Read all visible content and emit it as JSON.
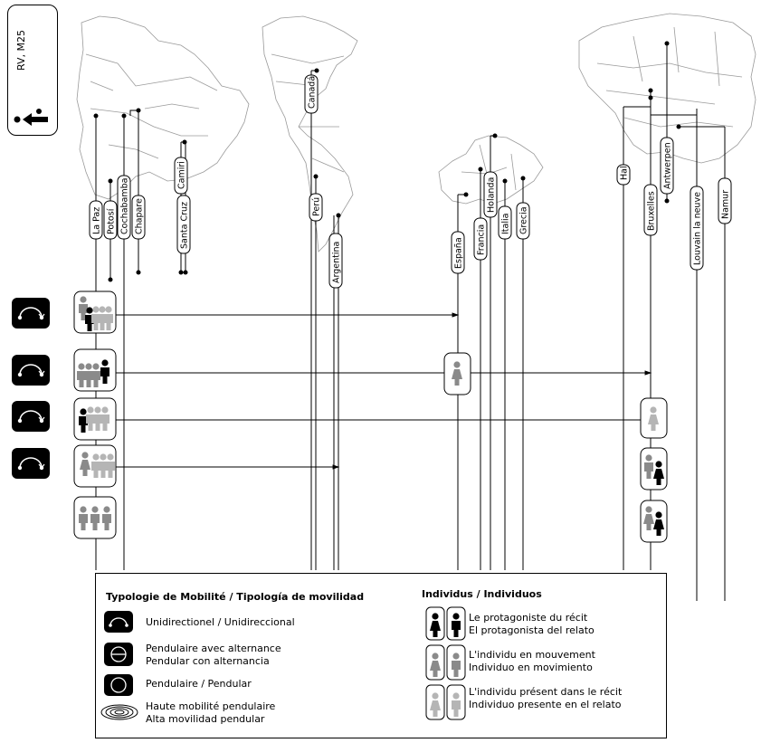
{
  "subject_code": "RV, M25",
  "places": {
    "bolivia": [
      "La Paz",
      "Potosí",
      "Cochabamba",
      "Chapare",
      "Camiri",
      "Santa Cruz"
    ],
    "americas": [
      "Canadá",
      "Perú",
      "Argentina"
    ],
    "europe": [
      "España",
      "Francia",
      "Holanda",
      "Italia",
      "Grecia"
    ],
    "belgium": [
      "Hal",
      "Bruxelles",
      "Antwerpen",
      "Louvain la neuve",
      "Namur"
    ]
  },
  "legend": {
    "mobility_title": "Typologie de Mobilité / Tipología de movilidad",
    "mobility": [
      {
        "icon": "unidirectional-icon",
        "line1": "Unidirectionel / Unidireccional",
        "line2": ""
      },
      {
        "icon": "pendular-alternation-icon",
        "line1": "Pendulaire avec alternance",
        "line2": "Pendular con alternancia"
      },
      {
        "icon": "pendular-icon",
        "line1": "Pendulaire / Pendular",
        "line2": ""
      },
      {
        "icon": "high-mobility-icon",
        "line1": "Haute mobilité pendulaire",
        "line2": "Alta movilidad pendular"
      }
    ],
    "individuals_title": "Individus / Individuos",
    "individuals": [
      {
        "icon": "protagonist-icon",
        "color": "#000000",
        "line1": "Le protagoniste du récit",
        "line2": "El protagonista del relato"
      },
      {
        "icon": "individual-moving-icon",
        "color": "#8a8a8a",
        "line1": "L'individu en mouvement",
        "line2": "Individuo en movimiento"
      },
      {
        "icon": "individual-present-icon",
        "color": "#b5b5b5",
        "line1": "L'individu présent dans le récit",
        "line2": "Individuo presente en el relato"
      }
    ]
  }
}
